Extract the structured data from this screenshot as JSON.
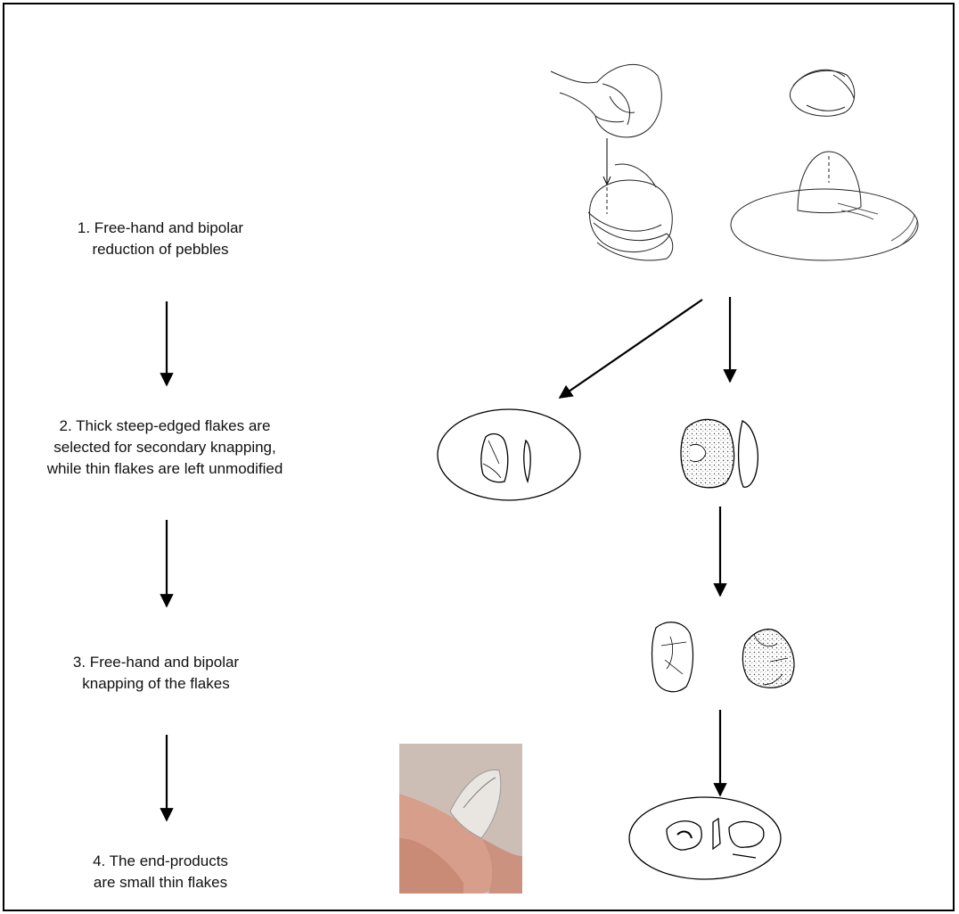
{
  "steps": [
    {
      "line1": "1. Free-hand and bipolar",
      "line2": "reduction of pebbles",
      "line3": ""
    },
    {
      "line1": "2. Thick steep-edged flakes are",
      "line2": "selected for secondary knapping,",
      "line3": "while thin flakes are left unmodified"
    },
    {
      "line1": "3. Free-hand and bipolar",
      "line2": "knapping of the flakes",
      "line3": ""
    },
    {
      "line1": "4. The end-products",
      "line2": "are small thin flakes",
      "line3": ""
    }
  ],
  "colors": {
    "ink": "#000000",
    "paper": "#ffffff",
    "photo_bg": "#c9b9b0",
    "skin": "#d8a08a",
    "flake": "#e8e4df"
  }
}
